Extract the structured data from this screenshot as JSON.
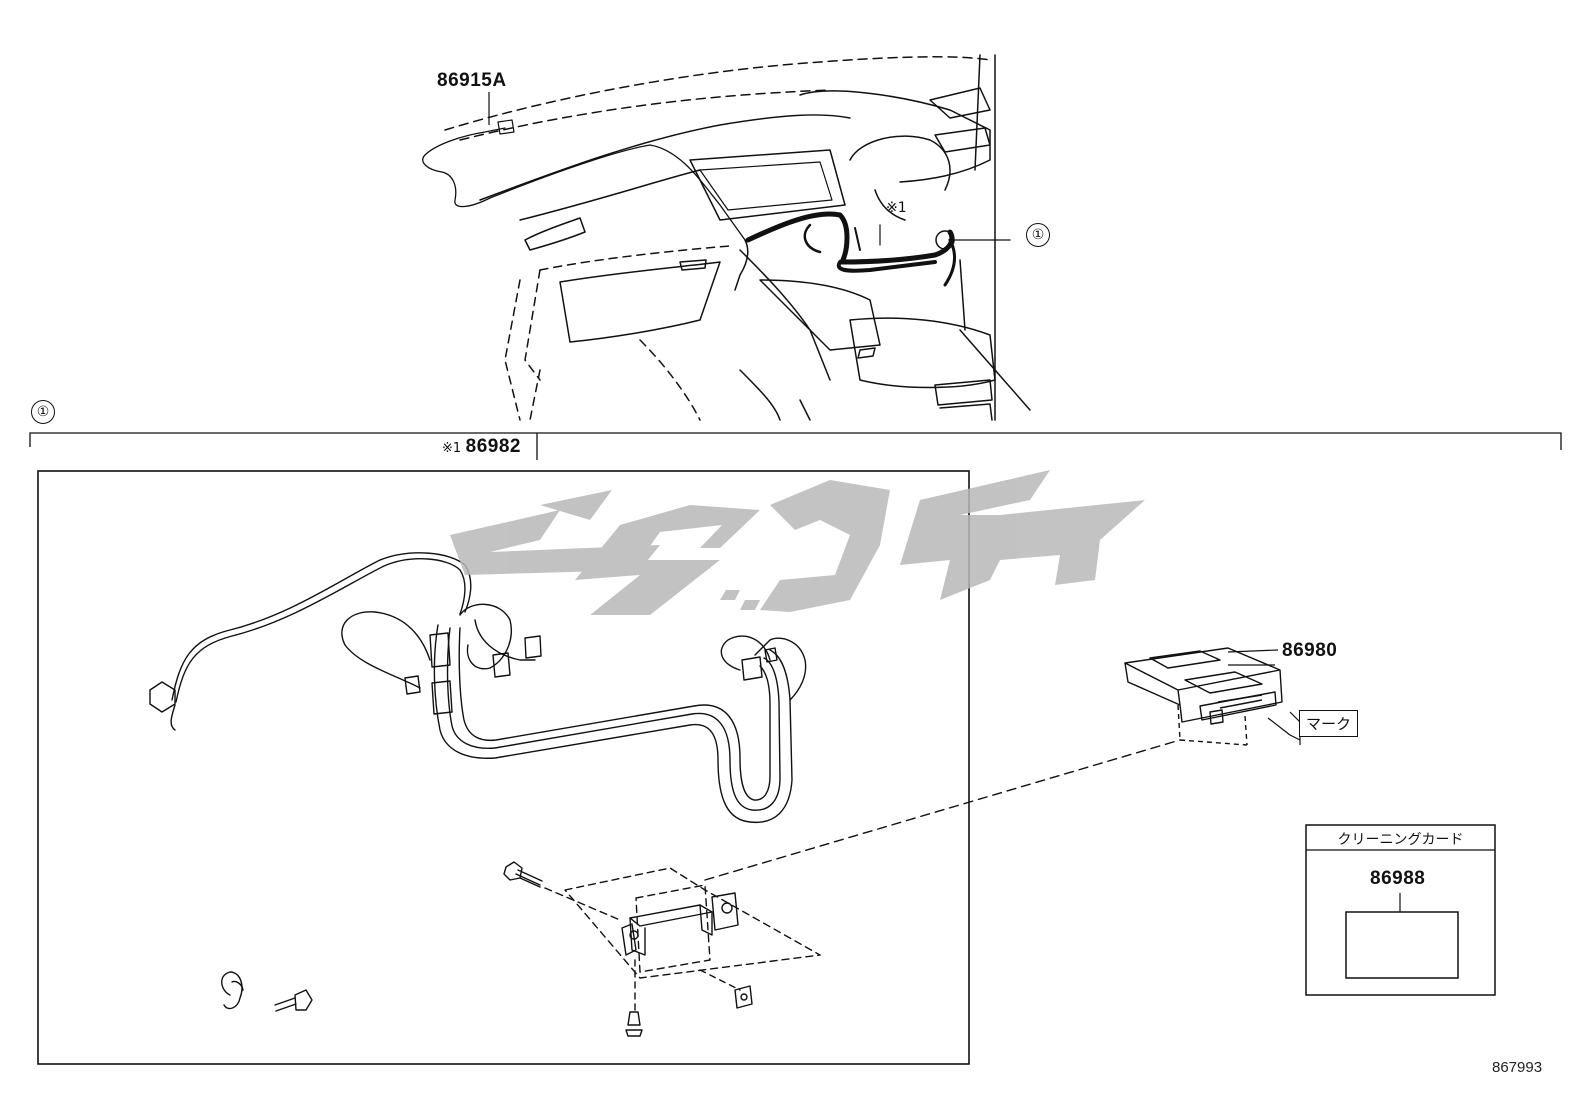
{
  "labels": {
    "antenna_part": "86915A",
    "harness_part": "86982",
    "harness_mark": "※1",
    "harness_callout": "※1",
    "etc_unit_part": "86980",
    "mark_tag": "マーク",
    "cleaning_card_title": "クリーニングカード",
    "cleaning_card_part": "86988",
    "group_marker": "①",
    "callout_marker": "①",
    "diagram_code": "867993"
  },
  "watermark": {
    "text": "تویوپارت",
    "color": "#b8b8b8"
  },
  "colors": {
    "line": "#111111",
    "background": "#ffffff"
  }
}
